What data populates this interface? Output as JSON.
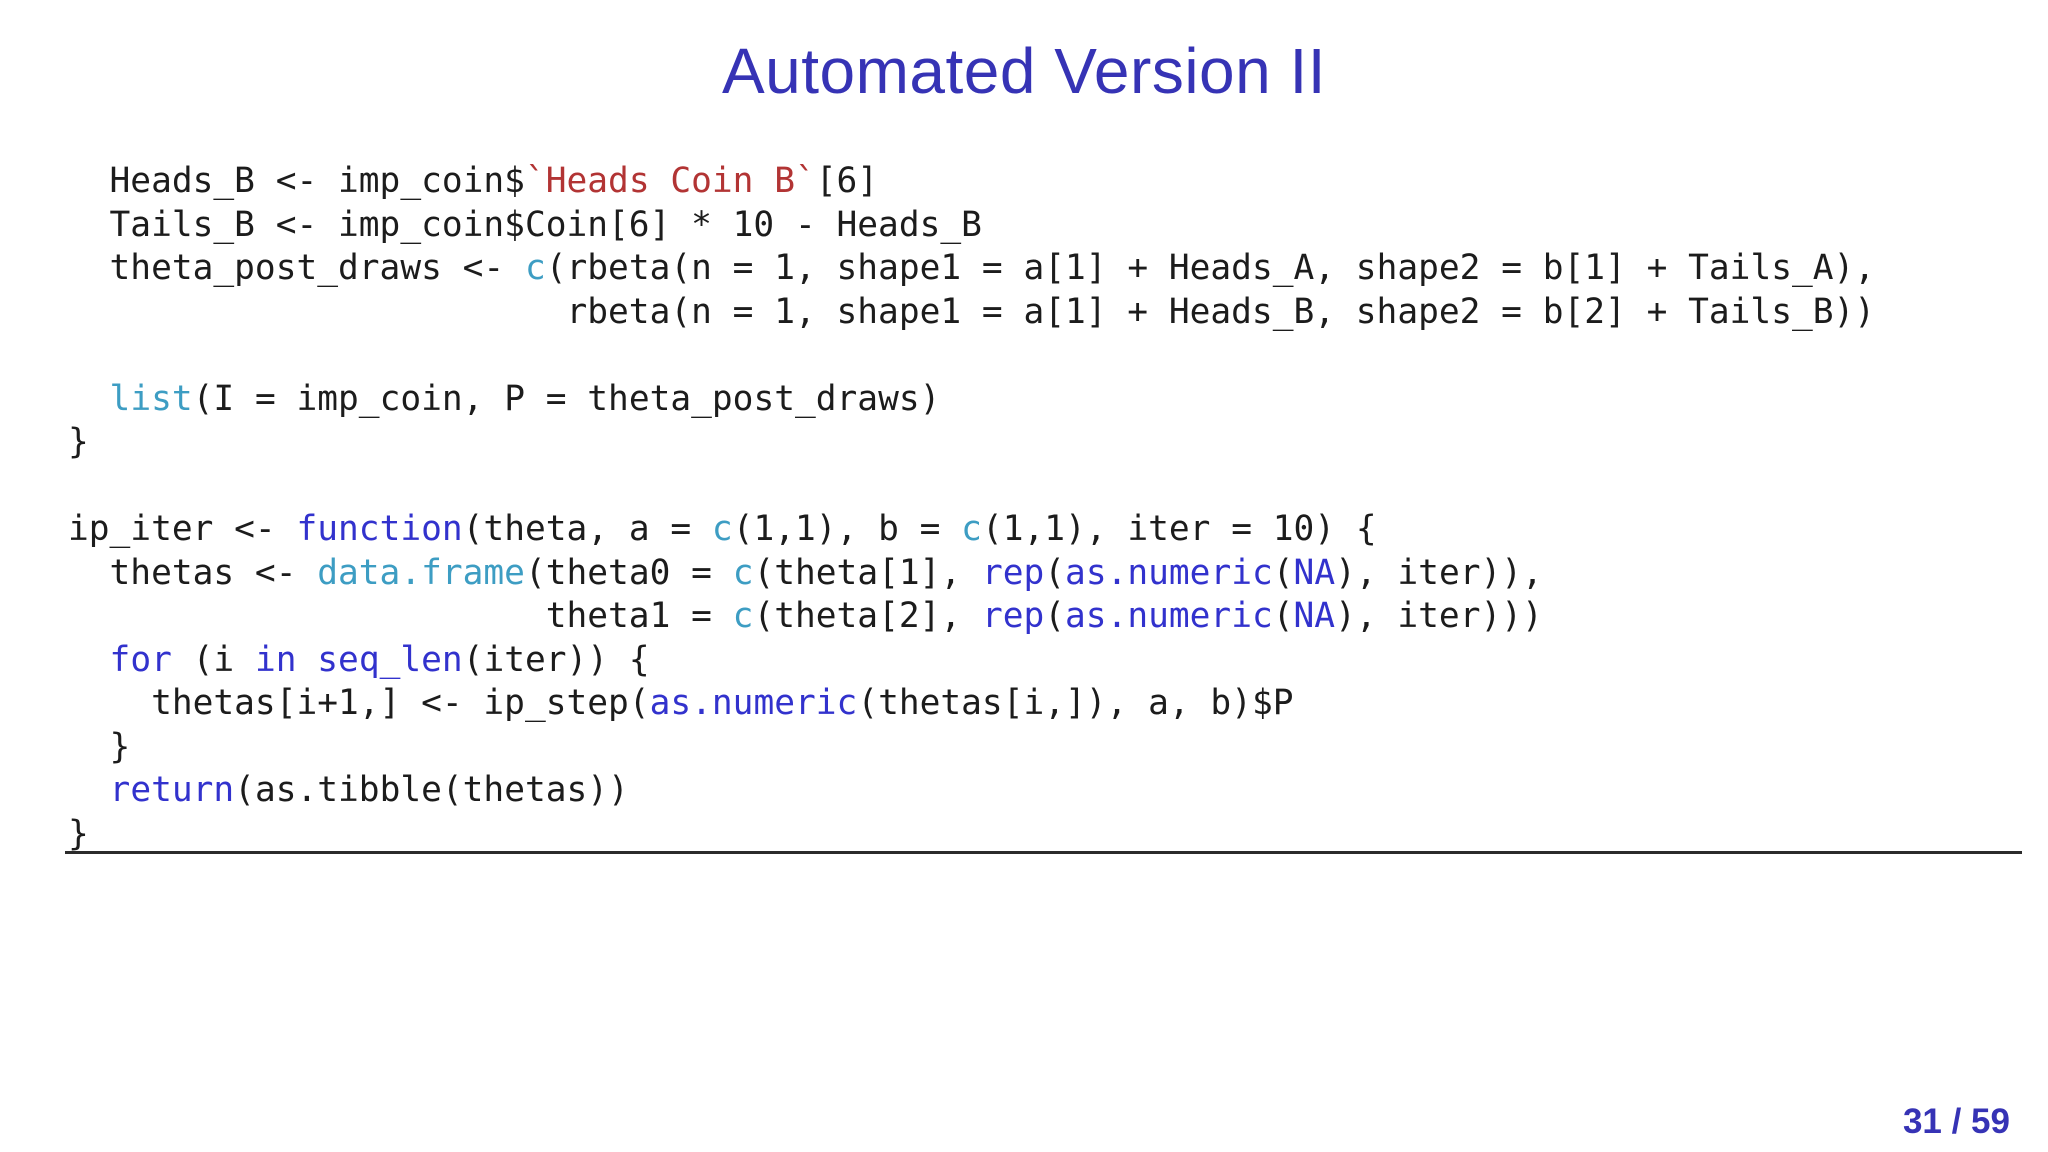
{
  "slide": {
    "title": "Automated Version II",
    "page_number": "31 / 59"
  },
  "colors": {
    "title": "#3633b5",
    "keyword": "#3232cd",
    "builtin": "#3d9dc3",
    "string": "#b23434",
    "text": "#1c1c1c",
    "rule": "#2b2b2b"
  },
  "code": {
    "language": "R",
    "lines": [
      {
        "segments": [
          {
            "t": "  Heads_B <- imp_coin$",
            "c": "plain"
          },
          {
            "t": "`Heads Coin B`",
            "c": "str"
          },
          {
            "t": "[6]",
            "c": "plain"
          }
        ]
      },
      {
        "segments": [
          {
            "t": "  Tails_B <- imp_coin$Coin[6] * 10 - Heads_B",
            "c": "plain"
          }
        ]
      },
      {
        "segments": [
          {
            "t": "  theta_post_draws <- ",
            "c": "plain"
          },
          {
            "t": "c",
            "c": "fn"
          },
          {
            "t": "(rbeta(n = 1, shape1 = a[1] + Heads_A, shape2 = b[1] + Tails_A),",
            "c": "plain"
          }
        ]
      },
      {
        "segments": [
          {
            "t": "                        rbeta(n = 1, shape1 = a[1] + Heads_B, shape2 = b[2] + Tails_B))",
            "c": "plain"
          }
        ]
      },
      {
        "segments": []
      },
      {
        "segments": [
          {
            "t": "  ",
            "c": "plain"
          },
          {
            "t": "list",
            "c": "fn"
          },
          {
            "t": "(I = imp_coin, P = theta_post_draws)",
            "c": "plain"
          }
        ]
      },
      {
        "segments": [
          {
            "t": "}",
            "c": "plain"
          }
        ]
      },
      {
        "segments": []
      },
      {
        "segments": [
          {
            "t": "ip_iter <- ",
            "c": "plain"
          },
          {
            "t": "function",
            "c": "kw"
          },
          {
            "t": "(theta, a = ",
            "c": "plain"
          },
          {
            "t": "c",
            "c": "fn"
          },
          {
            "t": "(1,1), b = ",
            "c": "plain"
          },
          {
            "t": "c",
            "c": "fn"
          },
          {
            "t": "(1,1), iter = 10) {",
            "c": "plain"
          }
        ]
      },
      {
        "segments": [
          {
            "t": "  thetas <- ",
            "c": "plain"
          },
          {
            "t": "data.frame",
            "c": "fn"
          },
          {
            "t": "(theta0 = ",
            "c": "plain"
          },
          {
            "t": "c",
            "c": "fn"
          },
          {
            "t": "(theta[1], ",
            "c": "plain"
          },
          {
            "t": "rep",
            "c": "kw"
          },
          {
            "t": "(",
            "c": "plain"
          },
          {
            "t": "as.numeric",
            "c": "kw"
          },
          {
            "t": "(",
            "c": "plain"
          },
          {
            "t": "NA",
            "c": "kw"
          },
          {
            "t": "), iter)),",
            "c": "plain"
          }
        ]
      },
      {
        "segments": [
          {
            "t": "                       theta1 = ",
            "c": "plain"
          },
          {
            "t": "c",
            "c": "fn"
          },
          {
            "t": "(theta[2], ",
            "c": "plain"
          },
          {
            "t": "rep",
            "c": "kw"
          },
          {
            "t": "(",
            "c": "plain"
          },
          {
            "t": "as.numeric",
            "c": "kw"
          },
          {
            "t": "(",
            "c": "plain"
          },
          {
            "t": "NA",
            "c": "kw"
          },
          {
            "t": "), iter)))",
            "c": "plain"
          }
        ]
      },
      {
        "segments": [
          {
            "t": "  ",
            "c": "plain"
          },
          {
            "t": "for",
            "c": "kw"
          },
          {
            "t": " (i ",
            "c": "plain"
          },
          {
            "t": "in",
            "c": "kw"
          },
          {
            "t": " ",
            "c": "plain"
          },
          {
            "t": "seq_len",
            "c": "kw"
          },
          {
            "t": "(iter)) {",
            "c": "plain"
          }
        ]
      },
      {
        "segments": [
          {
            "t": "    thetas[i+1,] <- ip_step(",
            "c": "plain"
          },
          {
            "t": "as.numeric",
            "c": "kw"
          },
          {
            "t": "(thetas[i,]), a, b)$P",
            "c": "plain"
          }
        ]
      },
      {
        "segments": [
          {
            "t": "  }",
            "c": "plain"
          }
        ]
      },
      {
        "segments": [
          {
            "t": "  ",
            "c": "plain"
          },
          {
            "t": "return",
            "c": "kw"
          },
          {
            "t": "(as.tibble(thetas))",
            "c": "plain"
          }
        ]
      },
      {
        "segments": [
          {
            "t": "}",
            "c": "plain"
          }
        ]
      }
    ]
  }
}
